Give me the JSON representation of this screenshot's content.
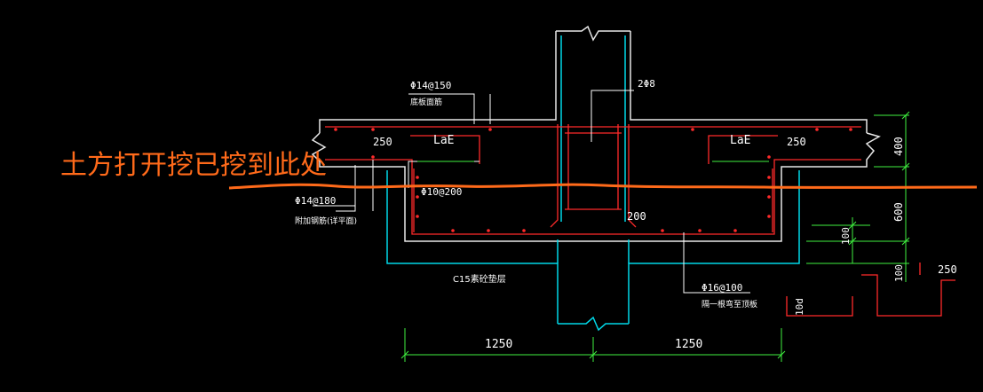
{
  "annotation": {
    "text": "土方打开挖已挖到此处",
    "color": "#ff6a1a"
  },
  "labels": {
    "rebar_top": "Φ14@150",
    "rebar_top_note": "底板面筋",
    "rebar_2phi8": "2Φ8",
    "laE_left": "LaE",
    "laE_right": "LaE",
    "dim_250_left": "250",
    "dim_250_right": "250",
    "rebar_mid": "Φ10@200",
    "rebar_side": "Φ14@180",
    "rebar_side_note": "附加钢筋(详平面)",
    "dim_200": "200",
    "concrete": "C15素砼垫层",
    "rebar_bottom": "Φ16@100",
    "rebar_bottom_note": "隔一根弯至顶板",
    "dim_400": "400",
    "dim_600": "600",
    "dim_100a": "100",
    "dim_100b": "100",
    "dim_10d": "10d",
    "dim_250_hook": "250",
    "dim_1250_left": "1250",
    "dim_1250_right": "1250"
  },
  "colors": {
    "rebar": "#ff2a2a",
    "outline": "#e8e8e8",
    "cushion": "#00d8e8",
    "dim": "#3ff03f",
    "text": "#ffffff",
    "leader": "#ffffff"
  }
}
